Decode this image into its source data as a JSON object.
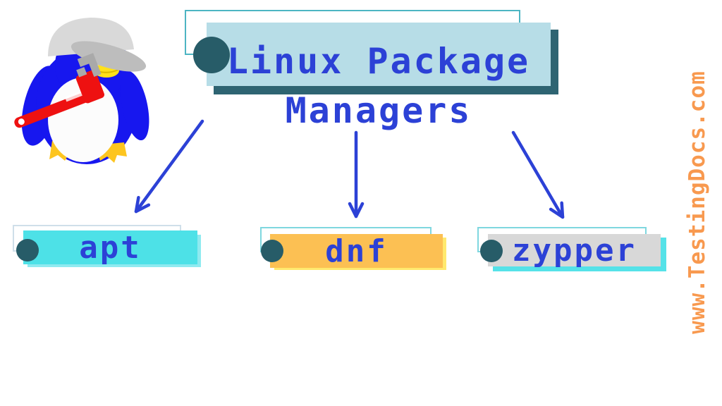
{
  "background": "#ffffff",
  "title": {
    "line1": "Linux Package",
    "line2": "Managers",
    "text_color": "#2c41d6",
    "box_fill": "#b7dde7",
    "shadow_fill": "#2e6472",
    "outline_color": "#4db5c3",
    "bullet_color": "#275c68"
  },
  "mascot": {
    "name": "penguin-mechanic-with-cap-and-pipe-wrench",
    "colors": {
      "body": "#1717ef",
      "belly": "#fcfcfc",
      "cap": "#d9d9d9",
      "cap_brim": "#bdbdbd",
      "beak": "#ffe11a",
      "feet": "#fdc51f",
      "wrench": "#ee1111",
      "wrench_jaw": "#a9a9a9"
    }
  },
  "connectors": {
    "color": "#2c41d6",
    "links": [
      {
        "from": "Linux Package Managers",
        "to": "apt"
      },
      {
        "from": "Linux Package Managers",
        "to": "dnf"
      },
      {
        "from": "Linux Package Managers",
        "to": "zypper"
      }
    ]
  },
  "nodes": [
    {
      "label": "apt",
      "box_fill": "#4de1e7",
      "shadow_fill": "#8feaf0",
      "outline_color": "#cfdfe9",
      "bullet_color": "#275c68",
      "text_color": "#2c41d6"
    },
    {
      "label": "dnf",
      "box_fill": "#fcc053",
      "shadow_fill": "#ffe96e",
      "outline_color": "#7fd7df",
      "bullet_color": "#275c68",
      "text_color": "#2c41d6"
    },
    {
      "label": "zypper",
      "box_fill": "#d8d8d8",
      "shadow_fill": "#55e2e8",
      "outline_color": "#7fd7df",
      "bullet_color": "#275c68",
      "text_color": "#2c41d6"
    }
  ],
  "watermark": {
    "text": "www.TestingDocs.com",
    "color": "#f8994f"
  }
}
